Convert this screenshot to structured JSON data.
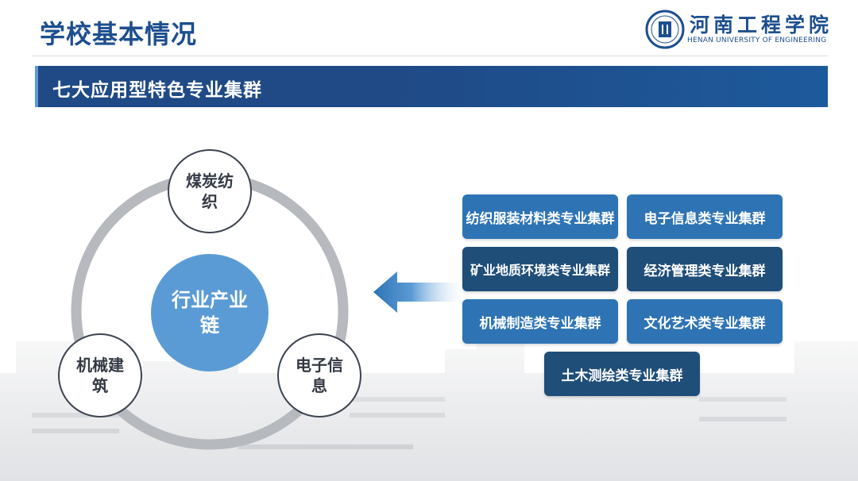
{
  "page": {
    "title": "学校基本情况",
    "section_banner": "七大应用型特色专业集群"
  },
  "logo": {
    "name": "河南工程学院",
    "subtitle": "HENAN UNIVERSITY OF ENGINEERING"
  },
  "diagram": {
    "center": "行业产业链",
    "nodes": [
      {
        "label": "煤炭纺织"
      },
      {
        "label": "机械建筑"
      },
      {
        "label": "电子信息"
      }
    ]
  },
  "clusters": [
    {
      "label": "纺织服装材料类专业集群"
    },
    {
      "label": "电子信息类专业集群"
    },
    {
      "label": "矿业地质环境类专业集群"
    },
    {
      "label": "经济管理类专业集群"
    },
    {
      "label": "机械制造类专业集群"
    },
    {
      "label": "文化艺术类专业集群"
    },
    {
      "label": "土木测绘类专业集群"
    }
  ],
  "colors": {
    "primary": "#1f4a86",
    "circle_fill": "#5b9bd5",
    "ring": "#b6b9be",
    "cluster_light": "#2e74b5",
    "cluster_dark": "#1f4e79"
  }
}
